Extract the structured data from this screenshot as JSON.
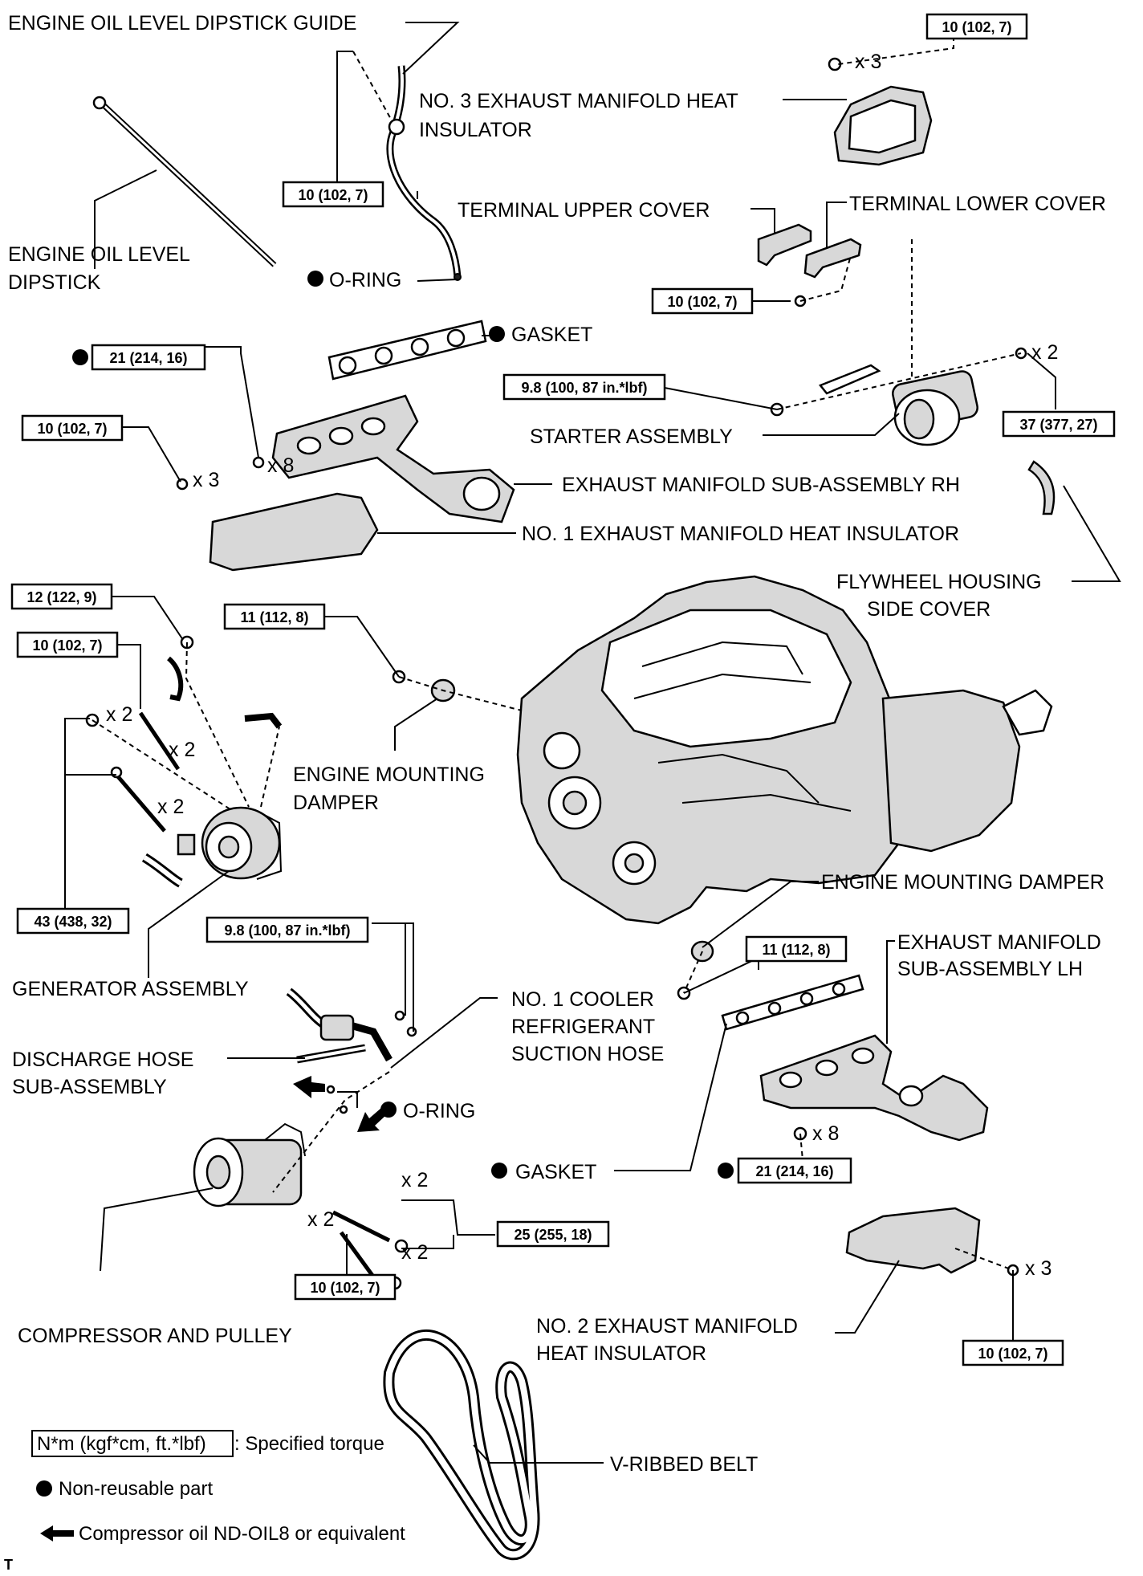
{
  "labels": {
    "dipstick_guide": "ENGINE OIL LEVEL DIPSTICK GUIDE",
    "no3_insulator_1": "NO. 3 EXHAUST MANIFOLD HEAT",
    "no3_insulator_2": "INSULATOR",
    "terminal_upper": "TERMINAL UPPER COVER",
    "terminal_lower": "TERMINAL LOWER COVER",
    "dipstick_1": "ENGINE OIL LEVEL",
    "dipstick_2": "DIPSTICK",
    "oring_top": "O-RING",
    "gasket_top": "GASKET",
    "starter": "STARTER ASSEMBLY",
    "exh_rh": "EXHAUST MANIFOLD SUB-ASSEMBLY RH",
    "no1_insulator": "NO. 1 EXHAUST MANIFOLD HEAT INSULATOR",
    "flywheel_1": "FLYWHEEL HOUSING",
    "flywheel_2": "SIDE COVER",
    "mount_damper_left_1": "ENGINE MOUNTING",
    "mount_damper_left_2": "DAMPER",
    "mount_damper_right": "ENGINE MOUNTING DAMPER",
    "exh_lh_1": "EXHAUST MANIFOLD",
    "exh_lh_2": "SUB-ASSEMBLY LH",
    "generator": "GENERATOR ASSEMBLY",
    "suction_1": "NO. 1 COOLER",
    "suction_2": "REFRIGERANT",
    "suction_3": "SUCTION HOSE",
    "discharge_1": "DISCHARGE HOSE",
    "discharge_2": "SUB-ASSEMBLY",
    "oring_mid": "O-RING",
    "gasket_lower": "GASKET",
    "compressor": "COMPRESSOR AND PULLEY",
    "no2_insulator_1": "NO. 2 EXHAUST MANIFOLD",
    "no2_insulator_2": "HEAT INSULATOR",
    "belt": "V-RIBBED BELT",
    "corner_mark": "T"
  },
  "torques": {
    "t_top_right": "10 (102, 7)",
    "t_dip_guide": "10 (102, 7)",
    "t_term_lower": "10 (102, 7)",
    "t_exh_rh": "21 (214, 16)",
    "t_starter_nut": "9.8 (100, 87 in.*lbf)",
    "t_starter_bolt": "37 (377, 27)",
    "t_no1_ins": "10 (102, 7)",
    "t_gen_12": "12 (122, 9)",
    "t_gen_10": "10 (102, 7)",
    "t_damper_left": "11 (112, 8)",
    "t_gen_43": "43 (438, 32)",
    "t_hose": "9.8 (100, 87 in.*lbf)",
    "t_damper_right": "11 (112, 8)",
    "t_exh_lh": "21 (214, 16)",
    "t_comp_25": "25 (255, 18)",
    "t_comp_10": "10 (102, 7)",
    "t_no2_ins": "10 (102, 7)"
  },
  "multipliers": {
    "m_top_right": "x 3",
    "m_starter": "x 2",
    "m_exh_rh": "x 8",
    "m_no1": "x 3",
    "m_gen_nut": "x 2",
    "m_gen_stud": "x 2",
    "m_gen_bolt": "x 2",
    "m_exh_lh": "x 8",
    "m_comp_bolt": "x 2",
    "m_comp_nut": "x 2",
    "m_comp_stud": "x 2",
    "m_no2": "x 3"
  },
  "legend": {
    "torque_box": "N*m (kgf*cm, ft.*lbf)",
    "torque_text": ": Specified torque",
    "nonreusable": "Non-reusable part",
    "compressor_oil": "Compressor oil ND-OIL8 or equivalent"
  }
}
